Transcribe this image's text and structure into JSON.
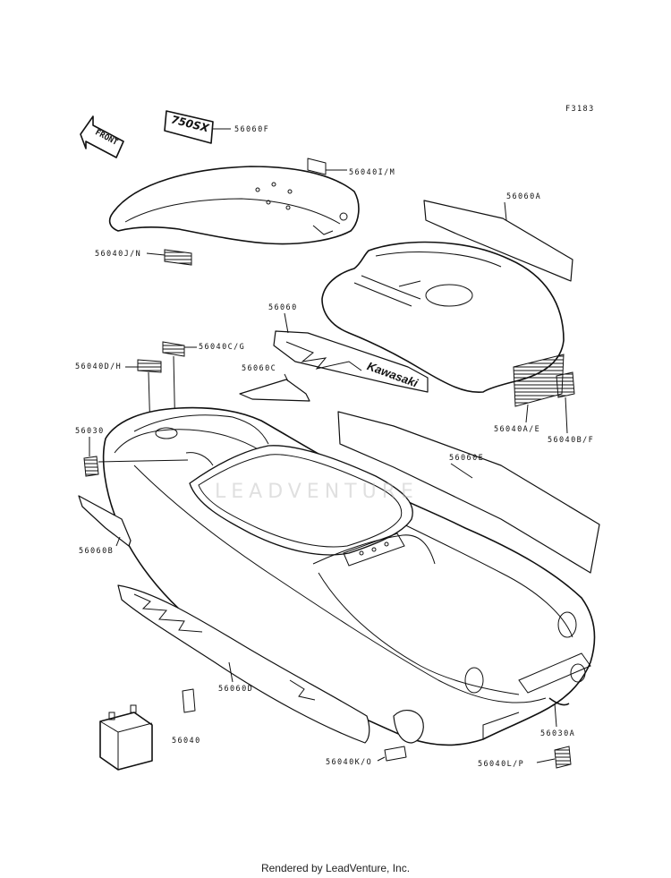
{
  "figure_code": "F3183",
  "front_label": "FRONT",
  "watermark": "LEADVENTURE",
  "footer": "Rendered by LeadVenture, Inc.",
  "decal_text": {
    "brand": "Kawasaki",
    "model_wordmark": "750SX"
  },
  "part_labels": {
    "p56060F": "56060F",
    "p56040IM": "56040I/M",
    "p56060A": "56060A",
    "p56040JN": "56040J/N",
    "p56060": "56060",
    "p56040CG": "56040C/G",
    "p56040DH": "56040D/H",
    "p56060C": "56060C",
    "p56040AE": "56040A/E",
    "p56040BF": "56040B/F",
    "p56030": "56030",
    "p56060E": "56060E",
    "p56060B": "56060B",
    "p56060D": "56060D",
    "p56040": "56040",
    "p56030A": "56030A",
    "p56040KO": "56040K/O",
    "p56040LP": "56040L/P"
  }
}
